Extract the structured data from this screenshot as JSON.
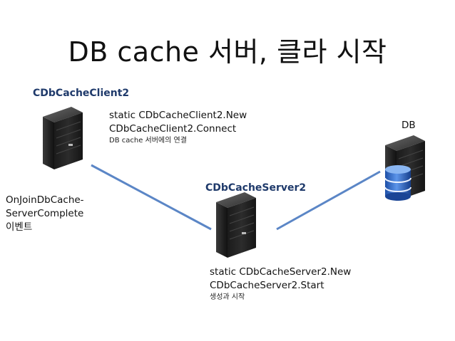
{
  "title": "DB cache 서버, 클라 시작",
  "client": {
    "name": "CDbCacheClient2",
    "line1": "static CDbCacheClient2.New",
    "line2": "CDbCacheClient2.Connect",
    "note": "DB cache 서버에의 연결",
    "event_line1": "OnJoinDbCache-",
    "event_line2": "ServerComplete",
    "event_line3": "이벤트"
  },
  "server": {
    "name": "CDbCacheServer2",
    "line1": "static CDbCacheServer2.New",
    "line2": "CDbCacheServer2.Start",
    "note": "생성과 시작"
  },
  "db": {
    "name": "DB"
  },
  "colors": {
    "label": "#1f3a6b",
    "connector": "#5b86c6"
  }
}
